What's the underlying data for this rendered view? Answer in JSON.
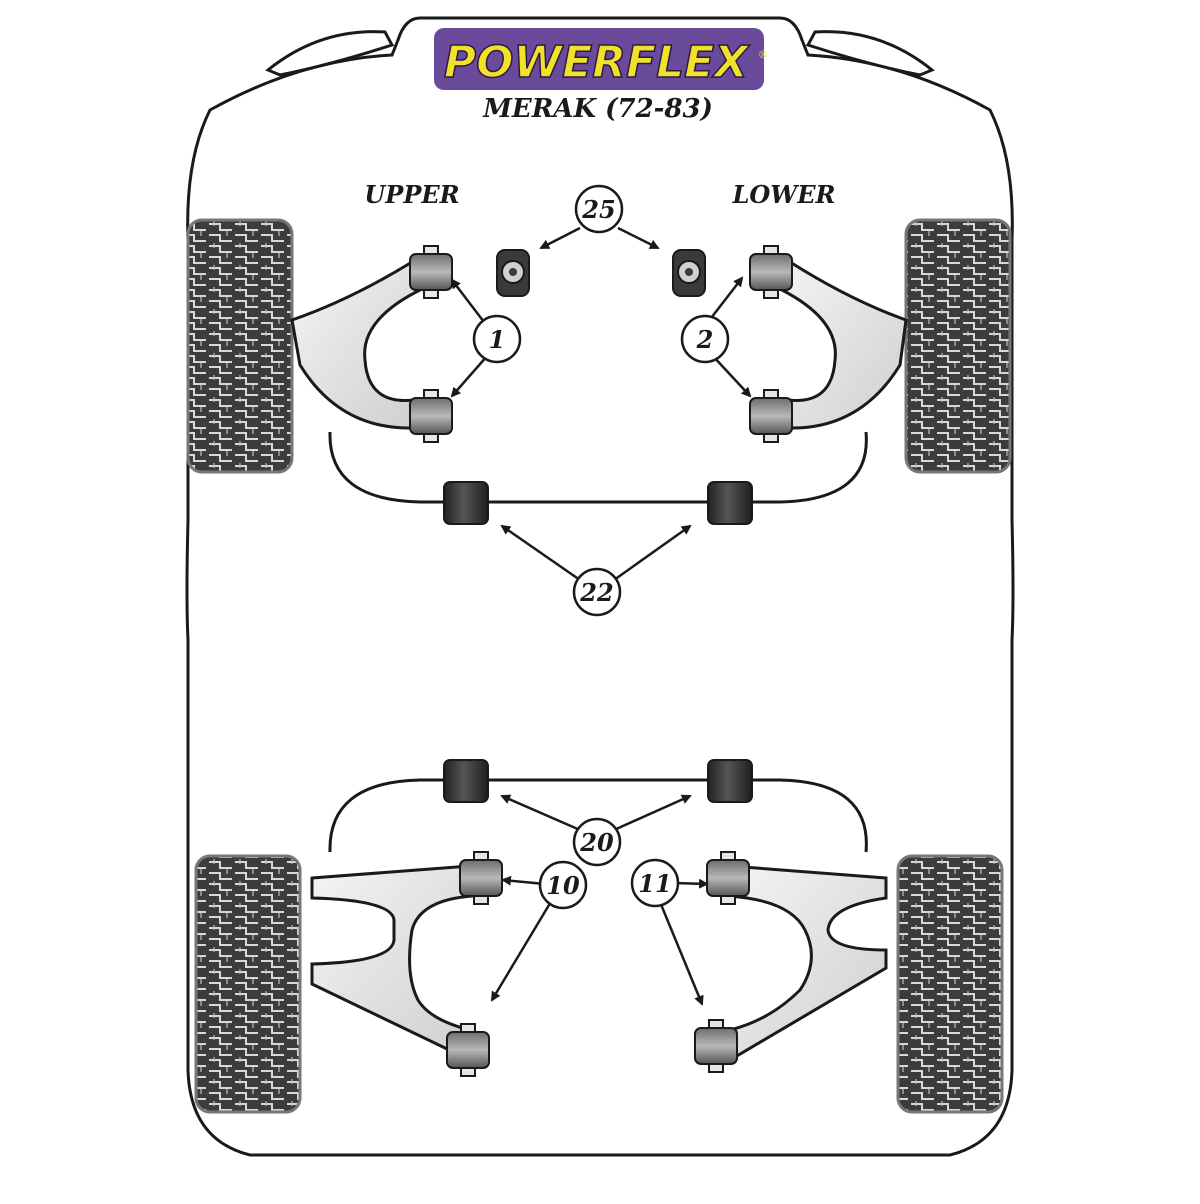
{
  "brand": {
    "name": "POWERFLEX",
    "registered_mark": "®"
  },
  "vehicle": {
    "title": "MERAK (72-83)"
  },
  "front": {
    "upper_label": "UPPER",
    "lower_label": "LOWER"
  },
  "callouts": {
    "c25": "25",
    "c1": "1",
    "c2": "2",
    "c22": "22",
    "c20": "20",
    "c10": "10",
    "c11": "11"
  },
  "colors": {
    "logo_purple": "#6a4a9a",
    "logo_yellow": "#f2e12a",
    "bushing_dark": "#3a3a3a",
    "arm_grey": "#e4e4e4",
    "tyre_dark": "#3c3c3c",
    "outline": "#1a1a1a"
  }
}
